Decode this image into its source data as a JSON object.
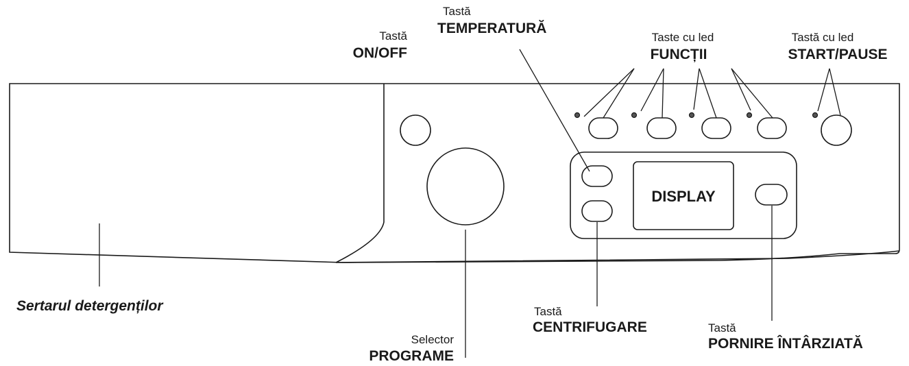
{
  "labels": {
    "on_off_small": "Tastă",
    "on_off_big": "ON/OFF",
    "temperatura_small": "Tastă",
    "temperatura_big": "TEMPERATURĂ",
    "functii_small": "Taste cu led",
    "functii_big": "FUNCȚII",
    "start_small": "Tastă  cu led",
    "start_big": "START/PAUSE",
    "sertar": "Sertarul detergenților",
    "centrifugare_small": "Tastă",
    "centrifugare_big": "CENTRIFUGARE",
    "programe_small": "Selector",
    "programe_big": "PROGRAME",
    "pornire_small": "Tastă",
    "pornire_big": "PORNIRE ÎNTÂRZIATĂ",
    "display": "DISPLAY"
  }
}
